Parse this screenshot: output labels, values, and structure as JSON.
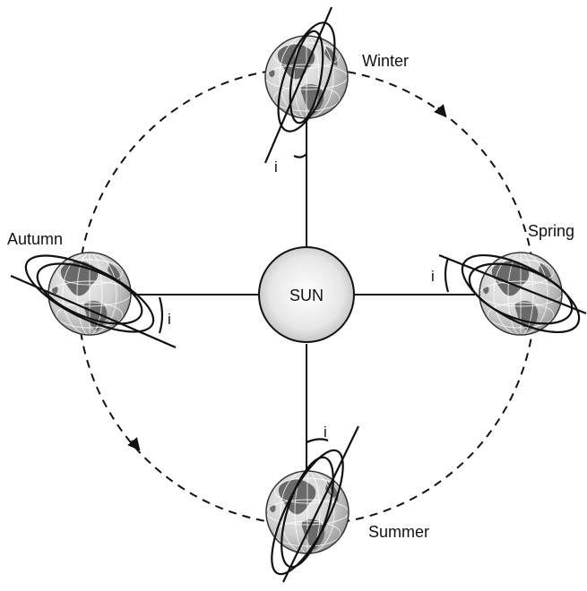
{
  "sun": {
    "label": "SUN"
  },
  "seasons": {
    "winter": "Winter",
    "spring": "Spring",
    "summer": "Summer",
    "autumn": "Autumn"
  },
  "angle_symbol": "i"
}
